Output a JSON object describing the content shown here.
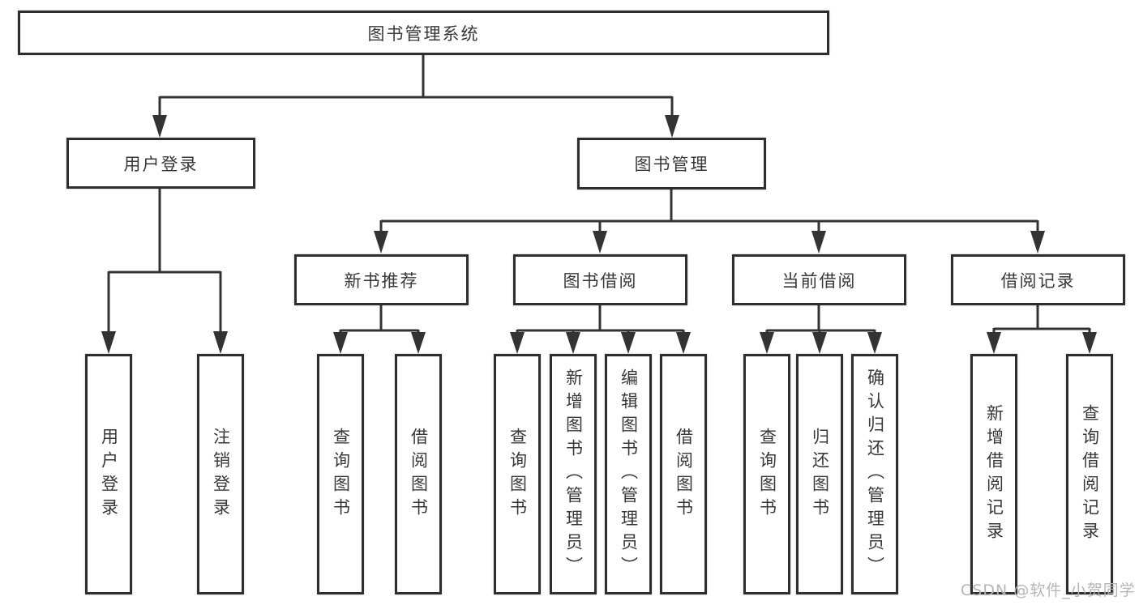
{
  "tree": {
    "root": {
      "label": "图书管理系统"
    },
    "children": [
      {
        "label": "用户登录",
        "children": [
          {
            "label": "用户登录"
          },
          {
            "label": "注销登录"
          }
        ]
      },
      {
        "label": "图书管理",
        "children": [
          {
            "label": "新书推荐",
            "children": [
              {
                "label": "查询图书"
              },
              {
                "label": "借阅图书"
              }
            ]
          },
          {
            "label": "图书借阅",
            "children": [
              {
                "label": "查询图书"
              },
              {
                "label": "新增图书（管理员）"
              },
              {
                "label": "编辑图书（管理员）"
              },
              {
                "label": "借阅图书"
              }
            ]
          },
          {
            "label": "当前借阅",
            "children": [
              {
                "label": "查询图书"
              },
              {
                "label": "归还图书"
              },
              {
                "label": "确认归还（管理员）"
              }
            ]
          },
          {
            "label": "借阅记录",
            "children": [
              {
                "label": "新增借阅记录"
              },
              {
                "label": "查询借阅记录"
              }
            ]
          }
        ]
      }
    ]
  },
  "watermark": {
    "text": "CSDN @软件_小贺同学"
  },
  "colors": {
    "line": "#333333",
    "box_border": "#2e2e2e",
    "text": "#383838",
    "watermark": "#b5b5b5",
    "background": "#ffffff"
  }
}
